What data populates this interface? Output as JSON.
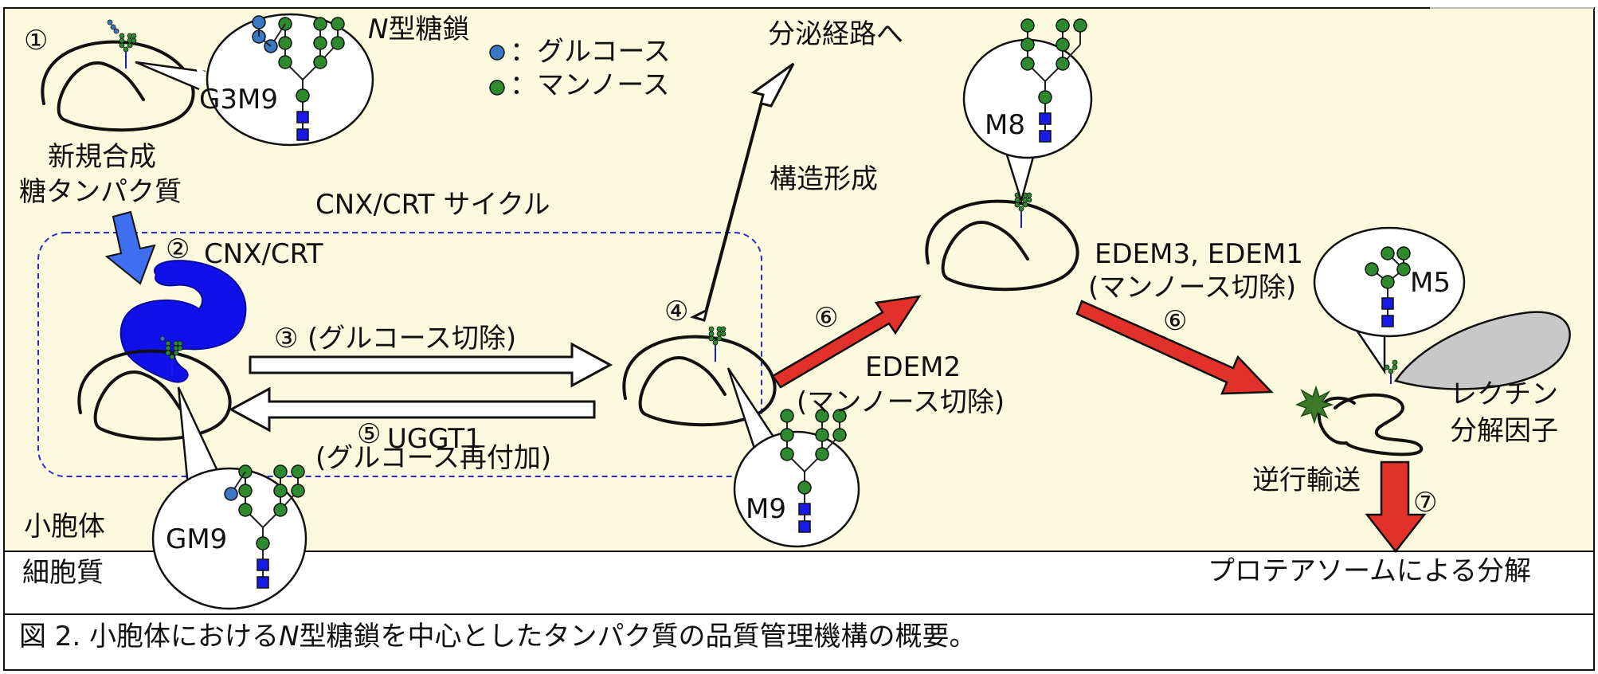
{
  "colors": {
    "er_background": "#fbfadf",
    "glucose": "#3a78c3",
    "mannose": "#2e8a2e",
    "glcnac": "#1a1ae6",
    "cnx_crt": "#1010e8",
    "blue_arrow": "#3f6ef0",
    "red_arrow": "#e2302a",
    "ligase": "#c8c8c8",
    "cycle_border": "#2a2ad8"
  },
  "labels": {
    "n_italic": "N",
    "n_glycan_suffix": "型糖鎖",
    "glucose_legend": "：グルコース",
    "mannose_legend": "：マンノース",
    "circle_1": "①",
    "circle_2": "②",
    "circle_3": "③",
    "circle_4": "④",
    "circle_5": "⑤",
    "circle_6a": "⑥",
    "circle_6b": "⑥",
    "circle_7": "⑦",
    "g3m9": "G3M9",
    "gm9": "GM9",
    "m9": "M9",
    "m8": "M8",
    "m5": "M5",
    "new_synth_1": "新規合成",
    "new_synth_2": "糖タンパク質",
    "cnx_crt_cycle": "CNX/CRT サイクル",
    "cnx_crt": "CNX/CRT",
    "glucose_trim": "(グルコース切除)",
    "uggt1": "UGGT1",
    "glucose_readd": "(グルコース再付加)",
    "secretory": "分泌経路へ",
    "folding": "構造形成",
    "edem2": "EDEM2",
    "mannose_trim_a": "(マンノース切除)",
    "edem3_1": "EDEM3, EDEM1",
    "mannose_trim_b": "(マンノース切除)",
    "lectin": "レクチン",
    "degrader": "分解因子",
    "retro": "逆行輸送",
    "proteasome": "プロテアソームによる分解",
    "er": "小胞体",
    "cytoplasm": "細胞質"
  },
  "caption": {
    "prefix": "図 2. 小胞体における",
    "italic": "N",
    "suffix": "型糖鎖を中心としたタンパク質の品質管理機構の概要。"
  }
}
